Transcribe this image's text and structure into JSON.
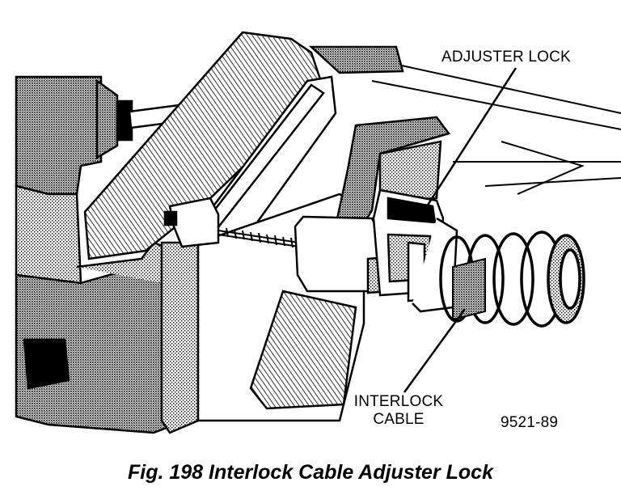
{
  "labels": {
    "adjuster_lock": "ADJUSTER LOCK",
    "interlock_line1": "INTERLOCK",
    "interlock_line2": "CABLE",
    "figure_number": "9521-89"
  },
  "caption": "Fig. 198 Interlock Cable Adjuster Lock",
  "colors": {
    "ink": "#000000",
    "paper": "#ffffff"
  }
}
